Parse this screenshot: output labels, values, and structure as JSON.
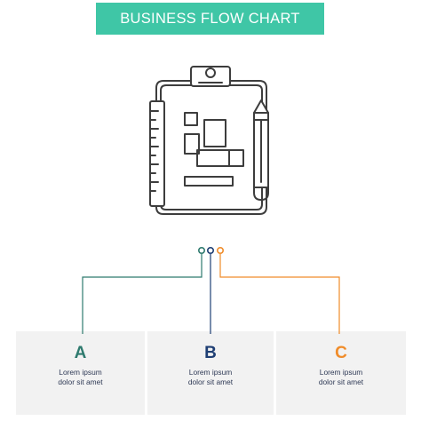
{
  "banner": {
    "title": "BUSINESS FLOW CHART"
  },
  "colors": {
    "banner_bg": "#3fc6a6",
    "icon_stroke": "#3d3d3d",
    "step_a": "#2e7a6e",
    "step_b": "#1f3f74",
    "step_c": "#f08c2a",
    "panel_bg": "#f2f2f2"
  },
  "illustration": {
    "icon": "clipboard-flowchart-icon"
  },
  "steps": [
    {
      "letter": "A",
      "line1": "Lorem ipsum",
      "line2": "dolor sit amet"
    },
    {
      "letter": "B",
      "line1": "Lorem ipsum",
      "line2": "dolor sit amet"
    },
    {
      "letter": "C",
      "line1": "Lorem ipsum",
      "line2": "dolor sit amet"
    }
  ]
}
